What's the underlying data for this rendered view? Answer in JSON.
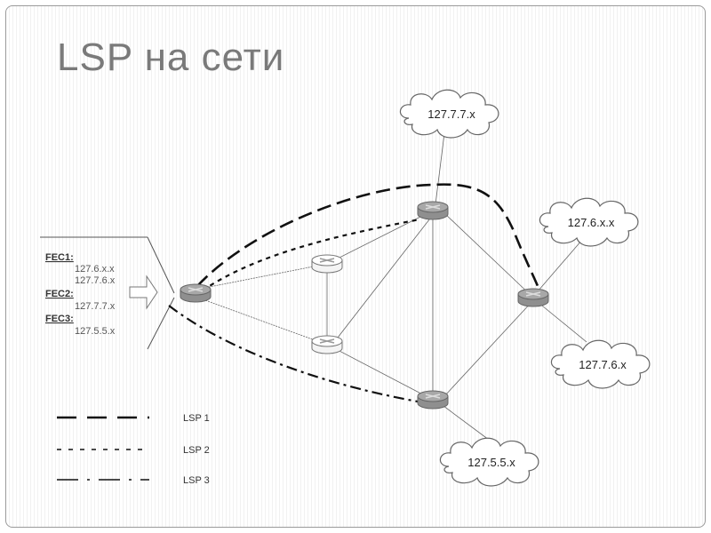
{
  "title": "LSP на сети",
  "fec": {
    "fec1_label": "FEC1:",
    "fec1_values": [
      "127.6.x.x",
      "127.7.6.x"
    ],
    "fec2_label": "FEC2:",
    "fec2_values": [
      "127.7.7.x"
    ],
    "fec3_label": "FEC3:",
    "fec3_values": [
      "127.5.5.x"
    ]
  },
  "clouds": [
    "127.7.7.x",
    "127.6.x.x",
    "127.7.6.x",
    "127.5.5.x"
  ],
  "legend": [
    "LSP 1",
    "LSP 2",
    "LSP 3"
  ]
}
